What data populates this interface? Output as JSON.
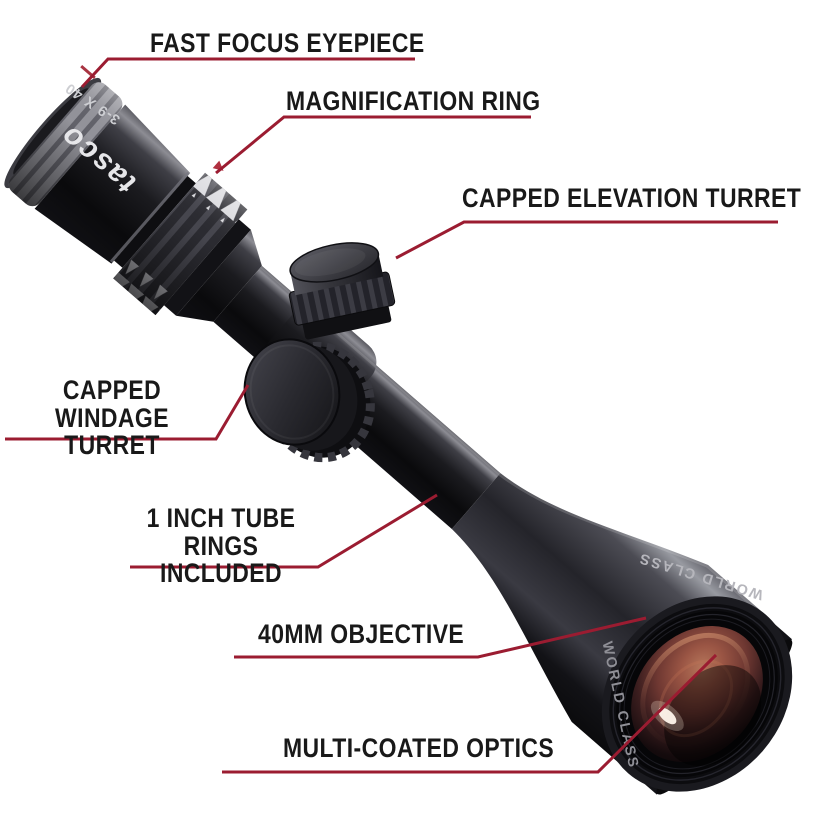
{
  "background_color": "#ffffff",
  "accent_color": "#9b1c31",
  "label_color": "#191919",
  "scope": {
    "brand": "tasco",
    "spec": "3-9 X 40",
    "marking_top": "WORLD CLASS",
    "marking_side": "WORLD CLASS",
    "body_color": "#17171a",
    "lens_color": "#8c4b3c"
  },
  "callouts": [
    {
      "id": "fast-focus-eyepiece",
      "label": "FAST FOCUS EYEPIECE"
    },
    {
      "id": "magnification-ring",
      "label": "MAGNIFICATION RING"
    },
    {
      "id": "capped-elevation-turret",
      "label": "CAPPED ELEVATION TURRET"
    },
    {
      "id": "capped-windage-turret",
      "label": "CAPPED",
      "label2": "WINDAGE TURRET"
    },
    {
      "id": "tube-rings",
      "label": "1 INCH TUBE",
      "label2": "RINGS INCLUDED"
    },
    {
      "id": "objective",
      "label": "40MM OBJECTIVE"
    },
    {
      "id": "multi-coated-optics",
      "label": "MULTI-COATED OPTICS"
    }
  ]
}
